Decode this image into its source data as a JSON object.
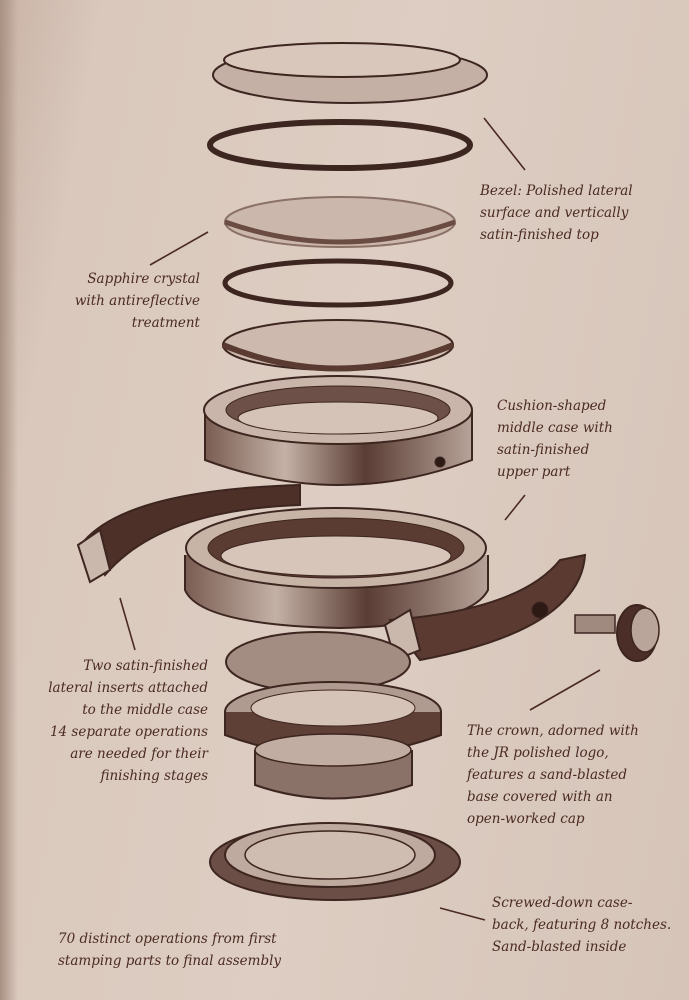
{
  "annotations": {
    "bezel": [
      "Bezel: Polished lateral",
      "surface and vertically",
      "satin-finished top"
    ],
    "crystal": [
      "Sapphire crystal",
      "with antireflective",
      "treatment"
    ],
    "middle_case": [
      "Cushion-shaped",
      "middle case with",
      "satin-finished",
      "upper part"
    ],
    "inserts": [
      "Two satin-finished",
      "lateral inserts attached",
      "to the middle case",
      "14 separate operations",
      "are needed for their",
      "finishing stages"
    ],
    "crown": [
      "The crown, adorned with",
      "the JR polished logo,",
      "features a sand-blasted",
      "base covered with an",
      "open-worked cap"
    ],
    "caseback": [
      "Screwed-down case-",
      "back, featuring 8 notches.",
      "Sand-blasted inside"
    ],
    "operations": [
      "70 distinct operations from first",
      "stamping parts to final assembly"
    ]
  },
  "colors": {
    "ink": "#4a2a22",
    "paper": "#dccbc0",
    "metal": "#a8948a"
  }
}
